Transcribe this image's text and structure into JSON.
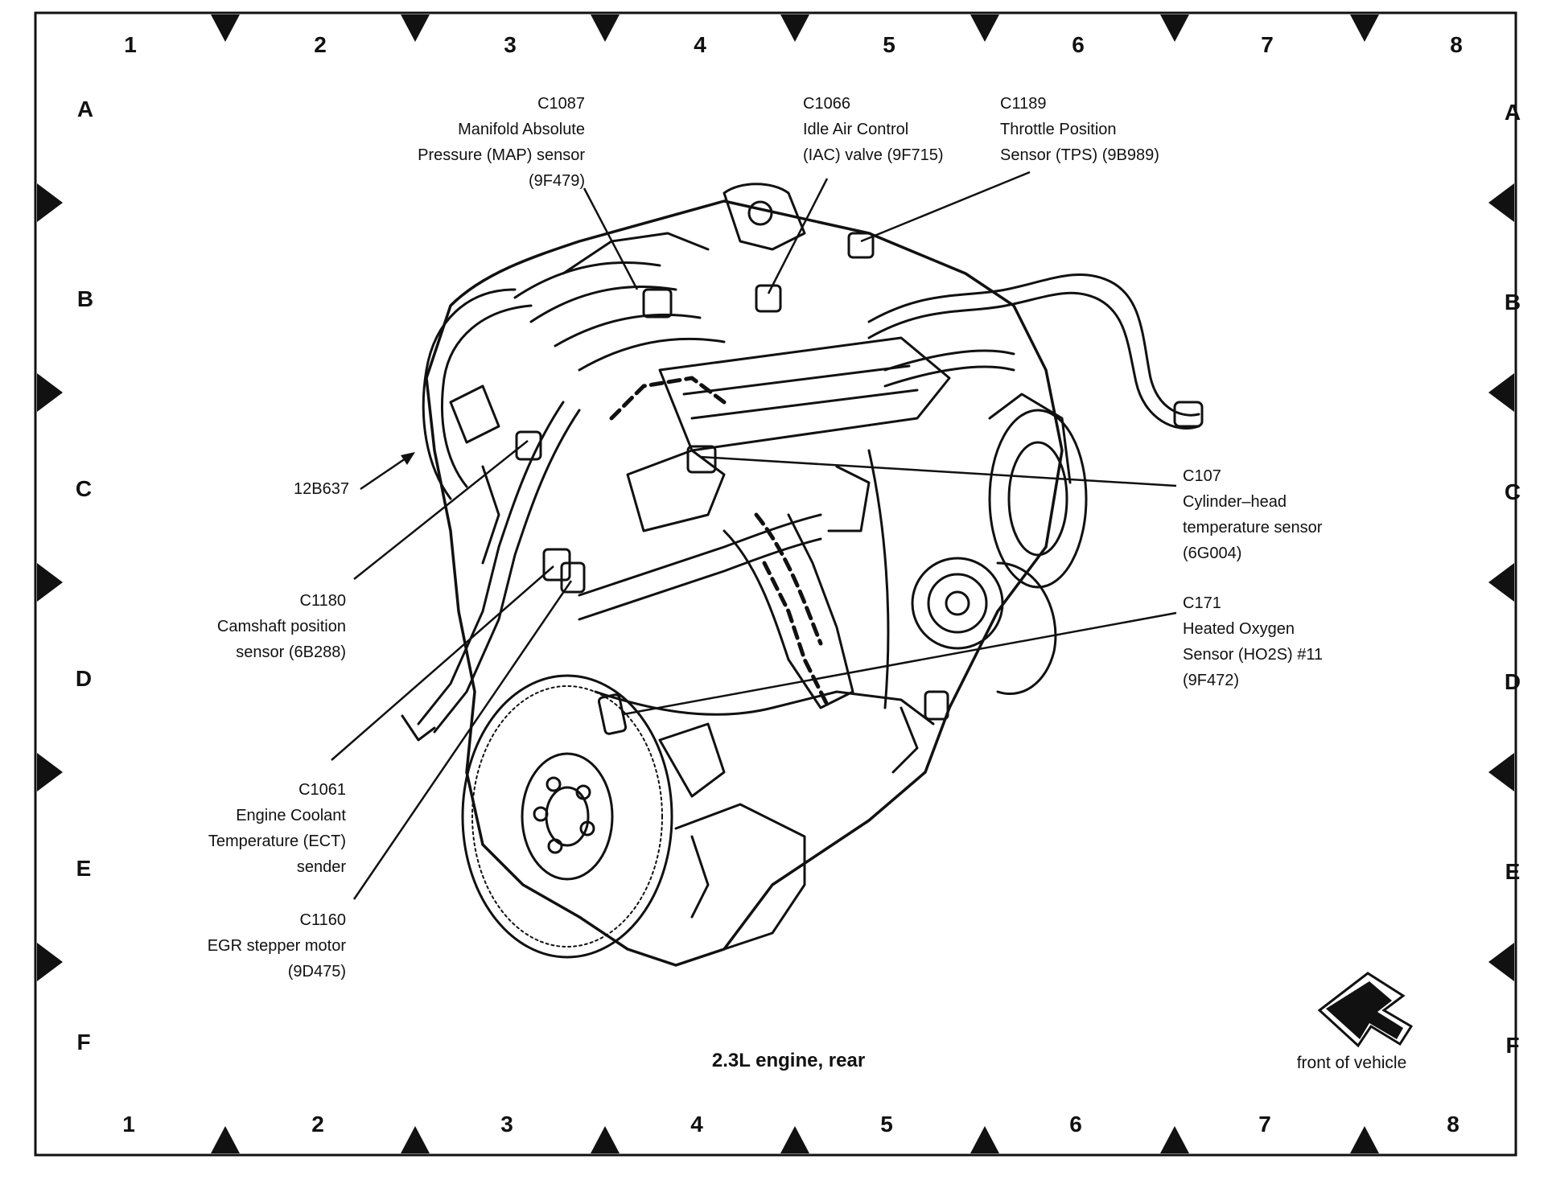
{
  "caption": "2.3L engine, rear",
  "grid": {
    "columns": [
      "1",
      "2",
      "3",
      "4",
      "5",
      "6",
      "7",
      "8"
    ],
    "rows": [
      "A",
      "B",
      "C",
      "D",
      "E",
      "F"
    ]
  },
  "callouts": {
    "c1087": [
      "C1087",
      "Manifold Absolute",
      "Pressure (MAP) sensor",
      "(9F479)"
    ],
    "c1066": [
      "C1066",
      "Idle Air Control",
      "(IAC) valve (9F715)"
    ],
    "c1189": [
      "C1189",
      "Throttle Position",
      "Sensor (TPS) (9B989)"
    ],
    "c107": [
      "C107",
      "Cylinder–head",
      "temperature sensor",
      "(6G004)"
    ],
    "c171": [
      "C171",
      "Heated Oxygen",
      "Sensor (HO2S) #11",
      "(9F472)"
    ],
    "c1180": [
      "C1180",
      "Camshaft position",
      "sensor (6B288)"
    ],
    "c1061": [
      "C1061",
      "Engine Coolant",
      "Temperature (ECT)",
      "sender"
    ],
    "c1160": [
      "C1160",
      "EGR stepper motor",
      "(9D475)"
    ],
    "harness": [
      "12B637"
    ]
  },
  "direction_label": "front of vehicle",
  "colors": {
    "ink": "#111111",
    "paper": "#ffffff"
  }
}
